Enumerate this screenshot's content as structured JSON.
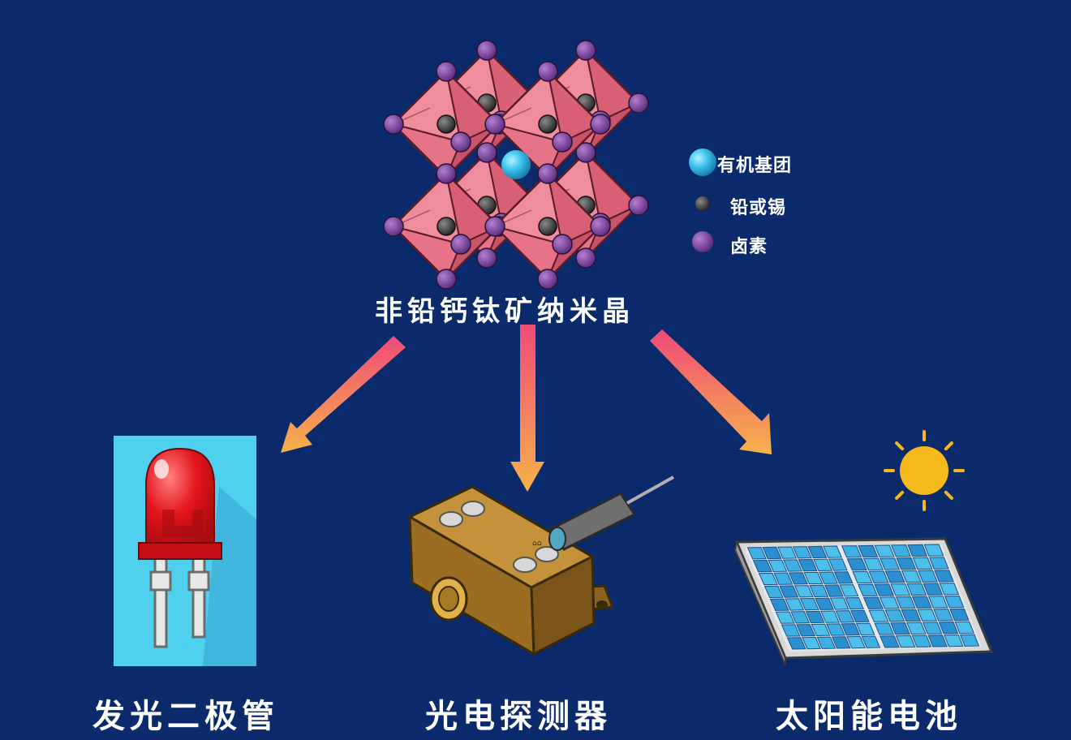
{
  "crystal": {
    "title": "非铅钙钛矿纳米晶"
  },
  "legend": [
    {
      "label": "有机基团",
      "icon": "organic-group-icon",
      "color": "#3fc6ef"
    },
    {
      "label": "铅或锡",
      "icon": "lead-or-tin-icon",
      "color": "#3b3b3b"
    },
    {
      "label": "卤素",
      "icon": "halogen-icon",
      "color": "#7e3f9e"
    }
  ],
  "applications": [
    {
      "label": "发光二极管",
      "icon": "led-icon"
    },
    {
      "label": "光电探测器",
      "icon": "photodetector-icon"
    },
    {
      "label": "太阳能电池",
      "icon": "solar-panel-icon"
    }
  ],
  "colors": {
    "background": "#0b2a6b",
    "octahedron": "#e96f82",
    "arrow_start": "#f04a78",
    "arrow_end": "#f7b24a"
  }
}
